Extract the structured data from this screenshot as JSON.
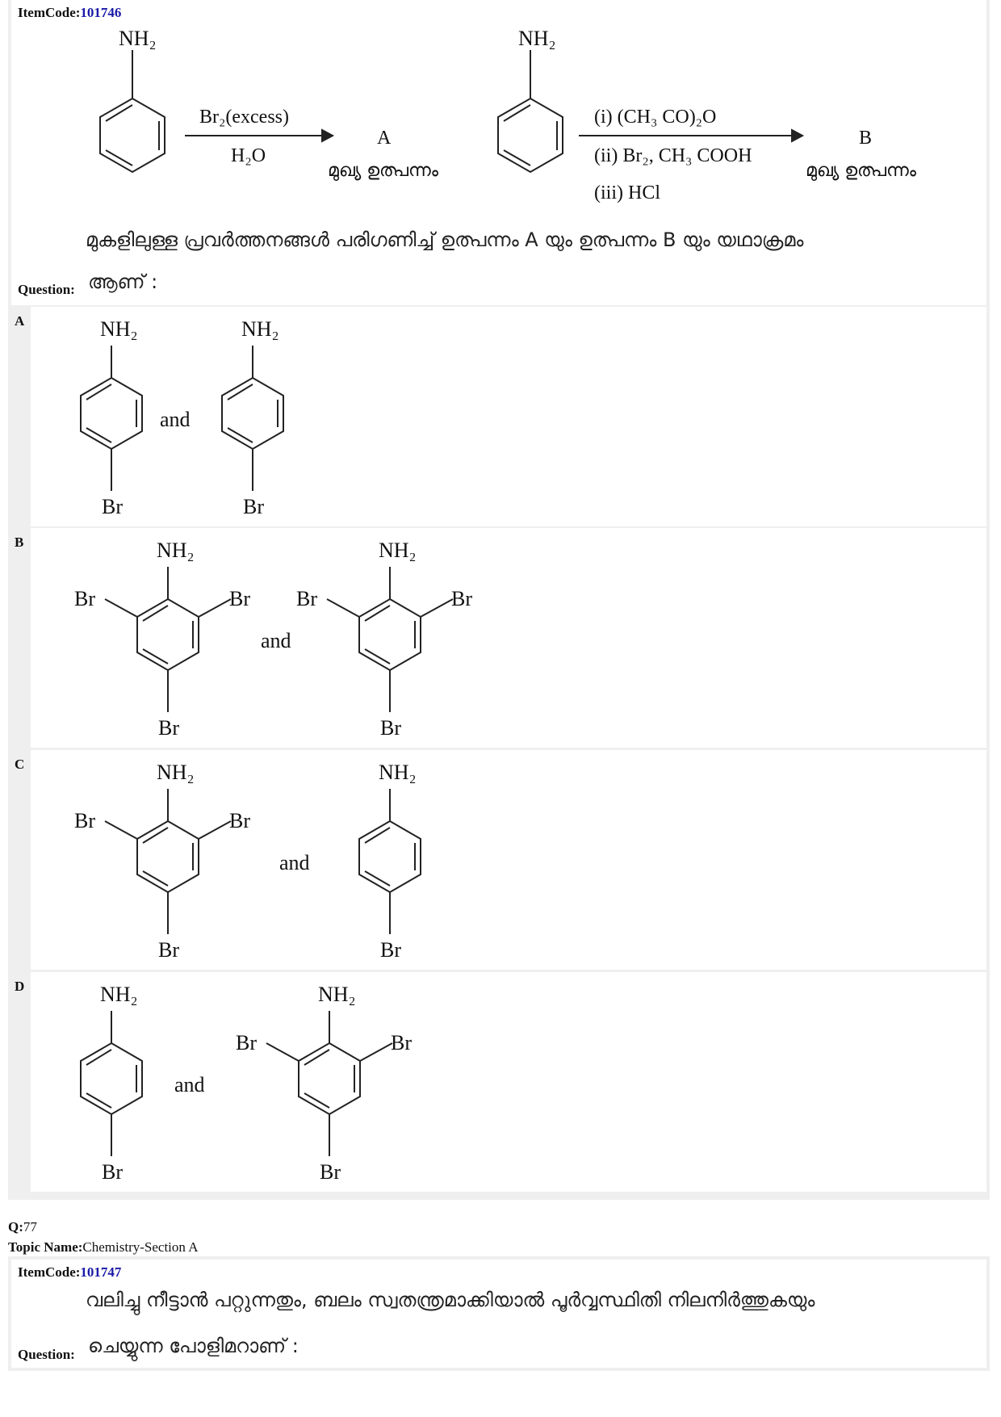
{
  "item1": {
    "itemcode_label": "ItemCode:",
    "itemcode": "101746",
    "question_label": "Question:",
    "reaction": {
      "nh2": "NH₂",
      "reagent_top_1": "Br₂(excess)",
      "reagent_bottom_1": "H₂O",
      "product_a": "A",
      "product_b": "B",
      "main_product": "മുഖ്യ ഉത്പന്നം",
      "step_i": "(i) (CH₃ CO)₂O",
      "step_ii": "(ii) Br₂, CH₃ COOH",
      "step_iii": "(iii) HCl"
    },
    "question_line1": "മുകളിലുള്ള പ്രവർത്തനങ്ങൾ പരിഗണിച്ച് ഉത്പന്നം A യും ഉത്പന്നം B യും യഥാക്രമം",
    "question_line2": "ആണ് :",
    "options": [
      {
        "label": "A",
        "and": "and"
      },
      {
        "label": "B",
        "and": "and"
      },
      {
        "label": "C",
        "and": "and"
      },
      {
        "label": "D",
        "and": "and"
      }
    ],
    "sub_nh2": "NH₂",
    "sub_br": "Br"
  },
  "item2": {
    "q_label": "Q:",
    "q_number": "77",
    "topic_label": "Topic Name:",
    "topic": "Chemistry-Section A",
    "itemcode_label": "ItemCode:",
    "itemcode": "101747",
    "question_label": "Question:",
    "question_line1": "വലിച്ചു നീട്ടാൻ പറ്റുന്നതും, ബലം സ്വതന്ത്രമാക്കിയാൽ പൂർവ്വസ്ഥിതി നിലനിർത്തുകയും",
    "question_line2": "ചെയ്യുന്ന പോളിമറാണ് :"
  }
}
